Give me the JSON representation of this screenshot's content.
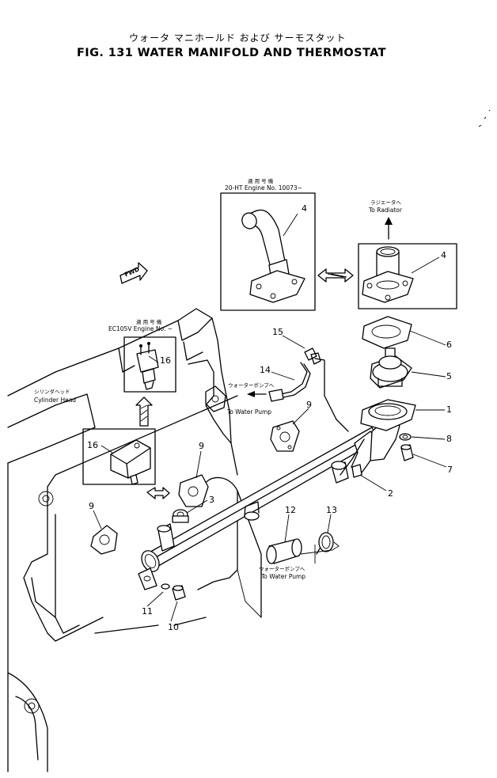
{
  "header": {
    "title_jp": "ウォータ マニホールド および サーモスタット",
    "title_en": "FIG. 131 WATER MANIFOLD AND THERMOSTAT"
  },
  "notes": {
    "engine_20ht_jp": "適 用 号 機",
    "engine_20ht_en": "20-HT Engine No. 10073~",
    "engine_ec105v_jp": "適 用 号 機",
    "engine_ec105v_en": "EC105V Engine No. ~",
    "radiator_jp": "ラジエータへ",
    "radiator_en": "To Radiator",
    "pump_upper_jp": "ウォーターポンプへ",
    "pump_upper_en": "To Water Pump",
    "pump_lower_jp": "ウォーターポンプへ",
    "pump_lower_en": "To Water Pump",
    "cylinder_jp": "シリンダヘッド",
    "cylinder_en": "Cylinder Head",
    "fwd": "FWD"
  },
  "callouts": [
    "1",
    "2",
    "3",
    "4",
    "4",
    "5",
    "6",
    "7",
    "8",
    "9",
    "9",
    "9",
    "10",
    "11",
    "12",
    "13",
    "14",
    "15",
    "16",
    "16"
  ]
}
